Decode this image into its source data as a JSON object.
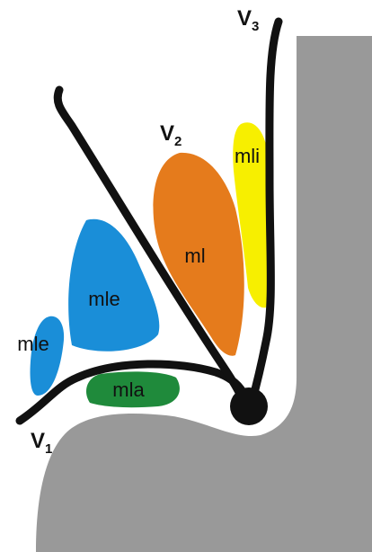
{
  "colors": {
    "background": "#ffffff",
    "body": "#999999",
    "vein": "#111111",
    "mle": "#1a8ed8",
    "ml": "#e57b1c",
    "mli": "#f7ef00",
    "mla": "#1f8a3b"
  },
  "regions": {
    "mle_large": "mle",
    "mle_small": "mle",
    "ml": "ml",
    "mli": "mli",
    "mla": "mla"
  },
  "veins": {
    "v1": {
      "letter": "V",
      "sub": "1"
    },
    "v2": {
      "letter": "V",
      "sub": "2"
    },
    "v3": {
      "letter": "V",
      "sub": "3"
    }
  }
}
